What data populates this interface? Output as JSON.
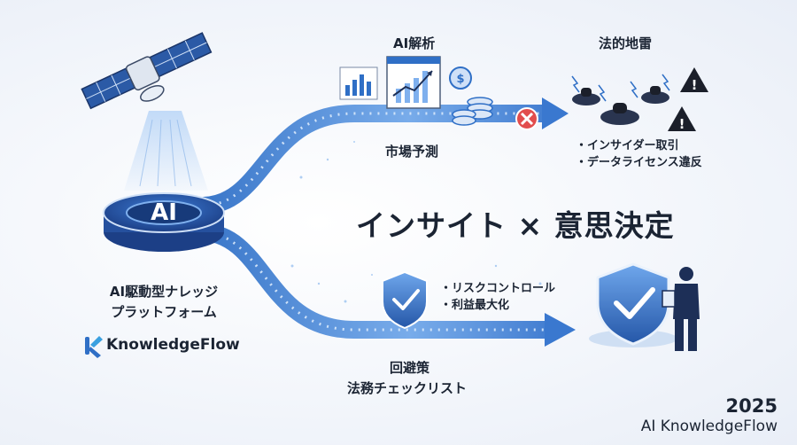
{
  "platform": {
    "ai_badge": "AI",
    "line1": "AI駆動型ナレッジ",
    "line2": "プラットフォーム",
    "logo_text": "KnowledgeFlow"
  },
  "top_path": {
    "label_analysis": "AI解析",
    "label_forecast": "市場予測",
    "label_risk": "法的地雷",
    "risk_items": [
      "インサイダー取引",
      "データライセンス違反"
    ]
  },
  "center_title": "インサイト × 意思決定",
  "bottom_path": {
    "benefits": [
      "リスクコントロール",
      "利益最大化"
    ],
    "label_avoid": "回避策",
    "label_checklist": "法務チェックリスト"
  },
  "footer": {
    "year": "2025",
    "brand": "AI KnowledgeFlow"
  },
  "colors": {
    "accent_blue": "#2f6fc6",
    "dark_navy": "#1d2f57",
    "danger_red": "#e24d4d",
    "warning_fill": "#1b1f2a"
  }
}
